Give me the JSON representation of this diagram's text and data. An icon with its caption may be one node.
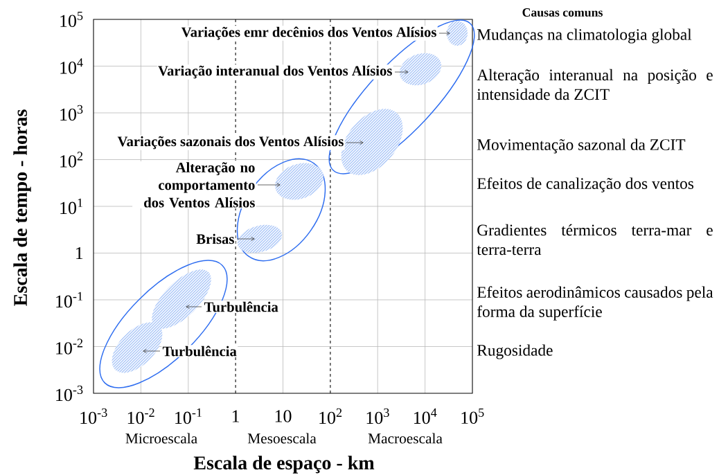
{
  "diagram": {
    "nodes": [
      {
        "text": [],
        "shape": "ellipse"
      },
      {
        "text": [],
        "shape": "patch",
        "in": 0
      },
      {
        "text": [],
        "shape": "patch",
        "in": 0
      },
      {
        "text": [],
        "shape": "patch",
        "in": 0
      },
      {
        "text": [],
        "shape": "ellipse"
      },
      {
        "text": [],
        "shape": "patch",
        "in": 4
      },
      {
        "text": [],
        "shape": "patch",
        "in": 4
      },
      {
        "text": [],
        "shape": "ellipse"
      },
      {
        "text": [],
        "shape": "patch",
        "in": 7
      },
      {
        "text": [],
        "shape": "patch",
        "in": 7
      },
      {
        "text": [
          "Variações emr decênios dos Ventos Alísios"
        ]
      },
      {
        "text": [
          "Variação interanual dos Ventos Alísios"
        ]
      },
      {
        "text": [
          "Variações sazonais dos Ventos Alísios"
        ]
      },
      {
        "text": [
          "Alteração no comportamento dos Ventos Alísios"
        ]
      },
      {
        "text": [
          "Brisas"
        ]
      },
      {
        "text": [
          "Turbulência"
        ]
      },
      {
        "text": [
          "Turbulência"
        ]
      }
    ],
    "edges": [
      {
        "from": 10,
        "to": 1,
        "arrow": "to"
      },
      {
        "from": 11,
        "to": 2,
        "arrow": "to"
      },
      {
        "from": 12,
        "to": 3,
        "arrow": "to"
      },
      {
        "from": 13,
        "to": 5,
        "arrow": "to"
      },
      {
        "from": 14,
        "to": 6,
        "arrow": "to"
      },
      {
        "from": 15,
        "to": 8,
        "arrow": "to"
      },
      {
        "from": 16,
        "to": 9,
        "arrow": "to"
      }
    ],
    "labels": [
      "Causas comuns",
      "Mudanças na climatologia global",
      "Alteração interanual na posição e intensidade da ZCIT",
      "Movimentação sazonal da ZCIT",
      "Efeitos de canalização dos ventos",
      "Gradientes térmicos terra-mar e terra-terra",
      "Efeitos aerodinâmicos causados pela forma da superfície",
      "Rugosidade",
      "10$^{5}$",
      "10$^{4}$",
      "10$^{3}$",
      "10$^{2}$",
      "10$^{1}$",
      "1",
      "10$^{-1}$",
      "10$^{-2}$",
      "10$^{-3}$",
      "Escala de tempo - horas",
      "10$^{-3}$",
      "10$^{-2}$",
      "10$^{-1}$",
      "1",
      "10",
      "10$^{2}$",
      "10$^{3}$",
      "10$^{4}$",
      "10$^{5}$",
      "Microescala",
      "Mesoescala",
      "Macroescala",
      "Escala de espaço - km"
    ]
  }
}
